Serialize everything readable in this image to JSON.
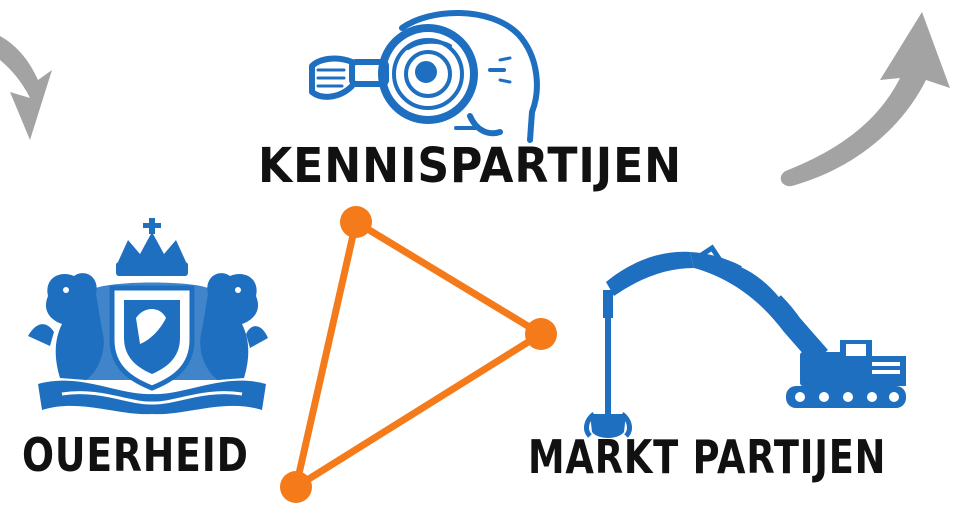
{
  "nodes": {
    "kennis": {
      "label": "KENNISPARTIJEN",
      "icon": "researcher-magnifier-icon"
    },
    "overheid": {
      "label": "OUERHEID",
      "icon": "coat-of-arms-icon"
    },
    "markt": {
      "label": "MARKT PARTIJEN",
      "icon": "excavator-icon"
    }
  },
  "connector": "triangle",
  "colors": {
    "triangle": "#f47a1a",
    "icons": "#1f6fc1",
    "arrows": "#9e9e9e",
    "text": "#111111"
  }
}
